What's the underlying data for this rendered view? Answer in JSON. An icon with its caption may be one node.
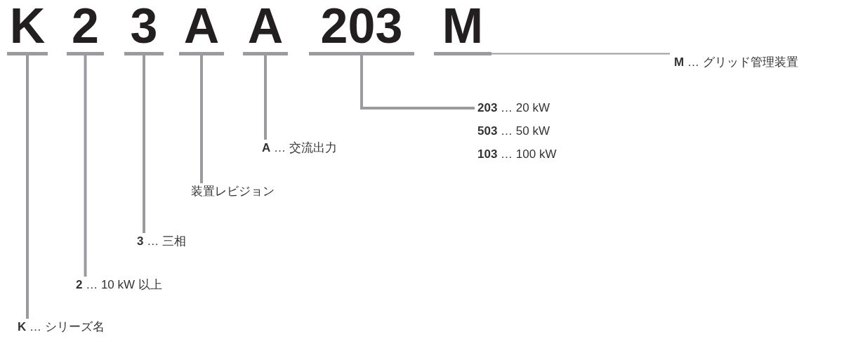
{
  "diagram": {
    "nodes": [
      {
        "text": [
          "K"
        ]
      },
      {
        "text": [
          "2"
        ]
      },
      {
        "text": [
          "3"
        ]
      },
      {
        "text": [
          "A"
        ]
      },
      {
        "text": [
          "A"
        ]
      },
      {
        "text": [
          "203"
        ]
      },
      {
        "text": [
          "M"
        ]
      },
      {
        "text": [
          "**K** … シリーズ名"
        ]
      },
      {
        "text": [
          "**2** … 10 kW 以上"
        ]
      },
      {
        "text": [
          "**3** … 三相"
        ]
      },
      {
        "text": [
          "装置レビジョン"
        ]
      },
      {
        "text": [
          "**A** … 交流出力"
        ]
      },
      {
        "text": [
          "**203** … 20 kW",
          "**503** … 50 kW",
          "**103** … 100 kW"
        ]
      },
      {
        "text": [
          "**M** … グリッド管理装置"
        ]
      }
    ],
    "edges": [
      {
        "from": 0,
        "to": 7,
        "arrow": "none"
      },
      {
        "from": 1,
        "to": 8,
        "arrow": "none"
      },
      {
        "from": 2,
        "to": 9,
        "arrow": "none"
      },
      {
        "from": 3,
        "to": 10,
        "arrow": "none"
      },
      {
        "from": 4,
        "to": 11,
        "arrow": "none"
      },
      {
        "from": 5,
        "to": 12,
        "arrow": "none"
      },
      {
        "from": 6,
        "to": 13,
        "arrow": "none"
      }
    ]
  }
}
